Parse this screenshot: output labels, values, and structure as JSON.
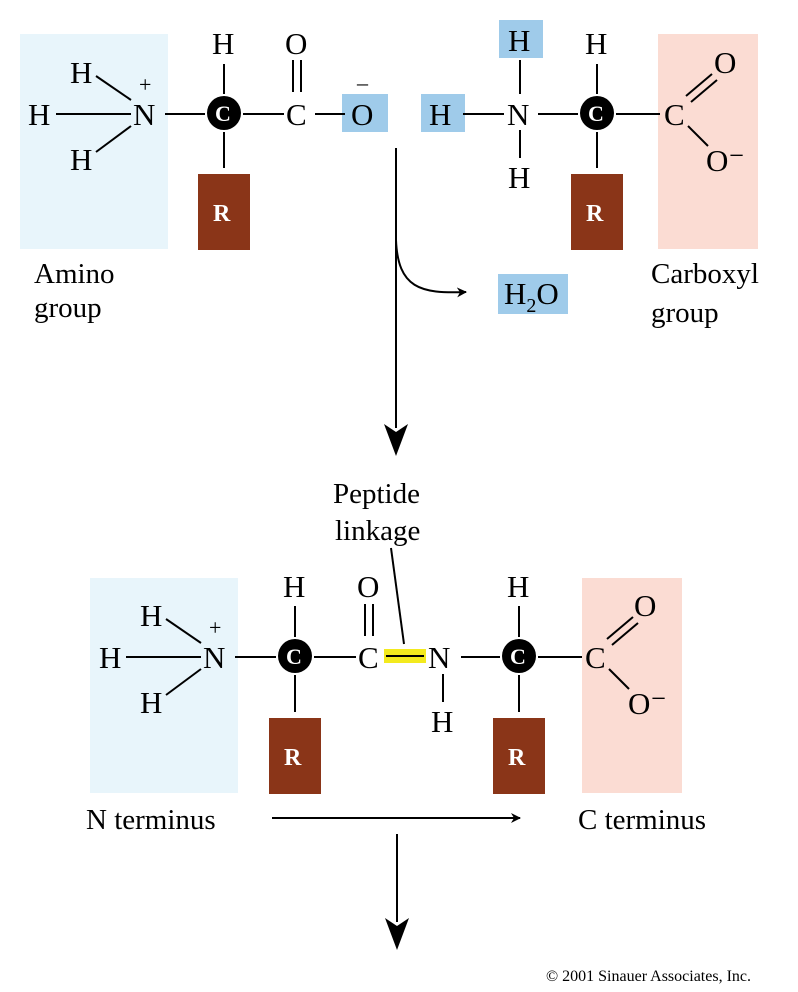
{
  "colors": {
    "amino_region": "#e8f5fb",
    "carboxyl_region": "#fbdcd3",
    "removed_atom": "#9fcbea",
    "r_group": "#8a3518",
    "alpha_carbon": "#000000",
    "peptide_bond": "#f3ea1e"
  },
  "atoms": {
    "H": "H",
    "N": "N",
    "C": "C",
    "O": "O",
    "R": "R",
    "plus": "+",
    "minus": "–",
    "o_minus": "O⁻",
    "water_h": "H",
    "water_sub": "2",
    "water_o": "O"
  },
  "labels": {
    "amino_line1": "Amino",
    "amino_line2": "group",
    "carboxyl_line1": "Carboxyl",
    "carboxyl_line2": "group",
    "peptide_line1": "Peptide",
    "peptide_line2": "linkage",
    "n_terminus": "N terminus",
    "c_terminus": "C terminus"
  },
  "copyright": "© 2001 Sinauer Associates, Inc."
}
